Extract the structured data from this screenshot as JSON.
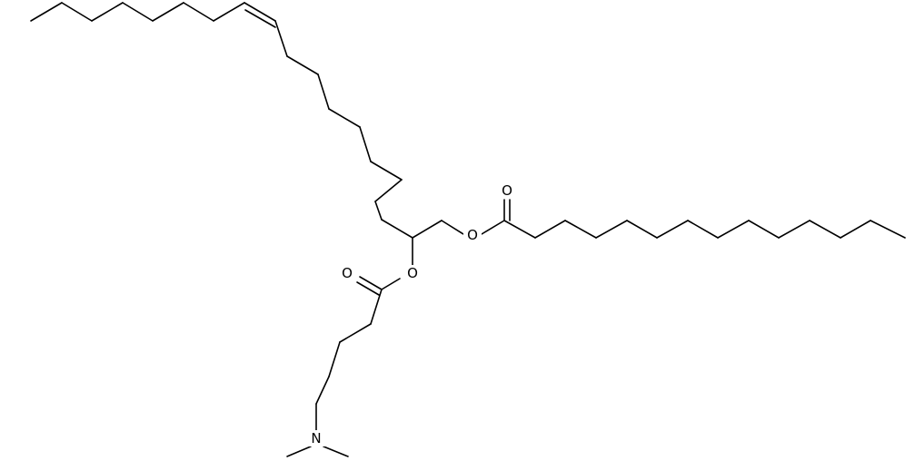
{
  "diagram": {
    "type": "skeletal-structure",
    "atoms": {
      "o_ester1_single": "O",
      "o_ester1_carbonyl": "O",
      "o_ester2_single": "O",
      "o_ester2_carbonyl": "O",
      "n_dimethylamino": "N"
    }
  }
}
